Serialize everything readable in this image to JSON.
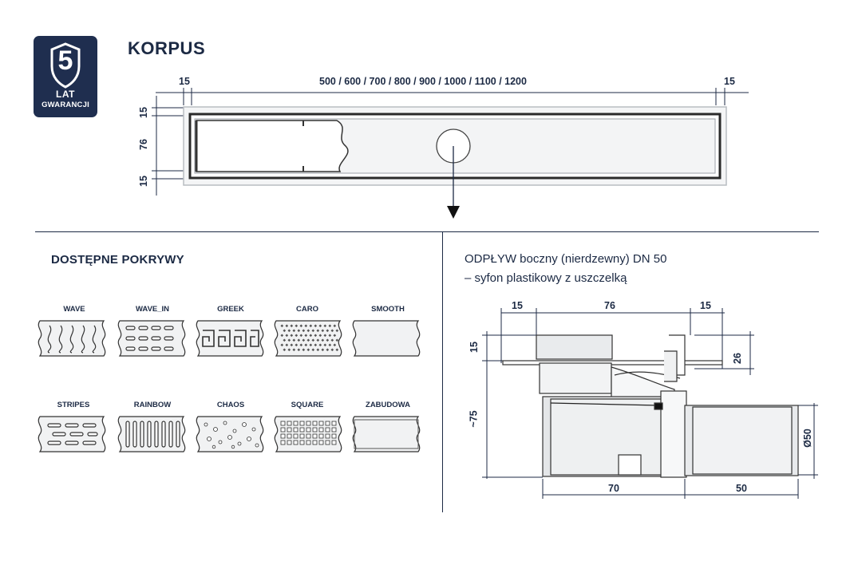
{
  "badge": {
    "years": "5",
    "line1": "LAT",
    "line2": "GWARANCJI"
  },
  "korpus": {
    "title": "KORPUS",
    "dim_left": "15",
    "dim_center": "500 / 600 / 700 / 800 / 900 / 1000 / 1100 / 1200",
    "dim_right": "15",
    "dim_v_top": "15",
    "dim_v_mid": "76",
    "dim_v_bot": "15"
  },
  "covers": {
    "title": "DOSTĘPNE POKRYWY",
    "items": [
      "WAVE",
      "WAVE_IN",
      "GREEK",
      "CARO",
      "SMOOTH",
      "STRIPES",
      "RAINBOW",
      "CHAOS",
      "SQUARE",
      "ZABUDOWA"
    ]
  },
  "outlet": {
    "line1": "ODPŁYW boczny (nierdzewny) DN 50",
    "line2": "– syfon plastikowy z uszczelką",
    "dim_top_left": "15",
    "dim_top_mid": "76",
    "dim_top_right": "15",
    "dim_left_15": "15",
    "dim_left_75": "~75",
    "dim_right_26": "26",
    "dim_right_50": "Ø50",
    "dim_bot_70": "70",
    "dim_bot_50": "50"
  },
  "colors": {
    "navy": "#1f2e4f",
    "line": "#1c2a44",
    "steel": "#e6e8ea"
  }
}
